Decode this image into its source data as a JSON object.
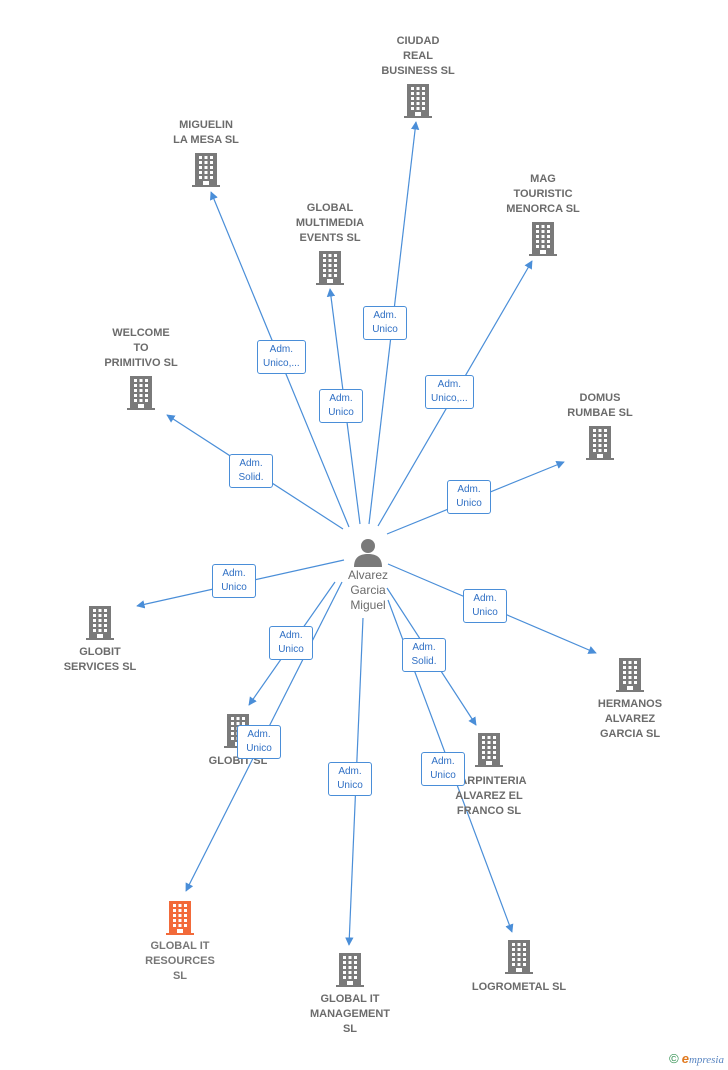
{
  "center": {
    "name": "Alvarez\nGarcia\nMiguel",
    "icon": "person-icon"
  },
  "colors": {
    "edge": "#4a8ed8",
    "building": "#7a7a7a",
    "highlight": "#f26a3a",
    "label": "#6b6b6b"
  },
  "nodes": [
    {
      "id": "ciudad-real-business",
      "label": "CIUDAD\nREAL\nBUSINESS SL",
      "role": "Adm.\nUnico"
    },
    {
      "id": "miguelin-la-mesa",
      "label": "MIGUELIN\nLA MESA  SL",
      "role": "Adm.\nUnico,..."
    },
    {
      "id": "global-multimedia-events",
      "label": "GLOBAL\nMULTIMEDIA\nEVENTS SL",
      "role": "Adm.\nUnico"
    },
    {
      "id": "mag-touristic-menorca",
      "label": "MAG\nTOURISTIC\nMENORCA  SL",
      "role": "Adm.\nUnico,..."
    },
    {
      "id": "welcome-to-primitivo",
      "label": "WELCOME\nTO\nPRIMITIVO  SL",
      "role": "Adm.\nSolid."
    },
    {
      "id": "domus-rumbae",
      "label": "DOMUS\nRUMBAE  SL",
      "role": "Adm.\nUnico"
    },
    {
      "id": "globit-services",
      "label": "GLOBIT\nSERVICES SL",
      "role": "Adm.\nUnico"
    },
    {
      "id": "hermanos-alvarez-garcia",
      "label": "HERMANOS\nALVAREZ\nGARCIA SL",
      "role": "Adm.\nUnico"
    },
    {
      "id": "globit",
      "label": "GLOBIT SL",
      "role": "Adm.\nUnico"
    },
    {
      "id": "carpinteria-alvarez-el-franco",
      "label": "CARPINTERIA\nALVAREZ EL\nFRANCO SL",
      "role": "Adm.\nSolid."
    },
    {
      "id": "global-it-resources",
      "label": "GLOBAL IT\nRESOURCES\nSL",
      "role": "Adm.\nUnico",
      "highlight": true
    },
    {
      "id": "global-it-management",
      "label": "GLOBAL IT\nMANAGEMENT\nSL",
      "role": "Adm.\nUnico"
    },
    {
      "id": "logrometal",
      "label": "LOGROMETAL SL",
      "role": "Adm.\nUnico"
    }
  ],
  "footer": {
    "copyright": "©",
    "brand_e": "e",
    "brand_rest": "mpresia"
  }
}
